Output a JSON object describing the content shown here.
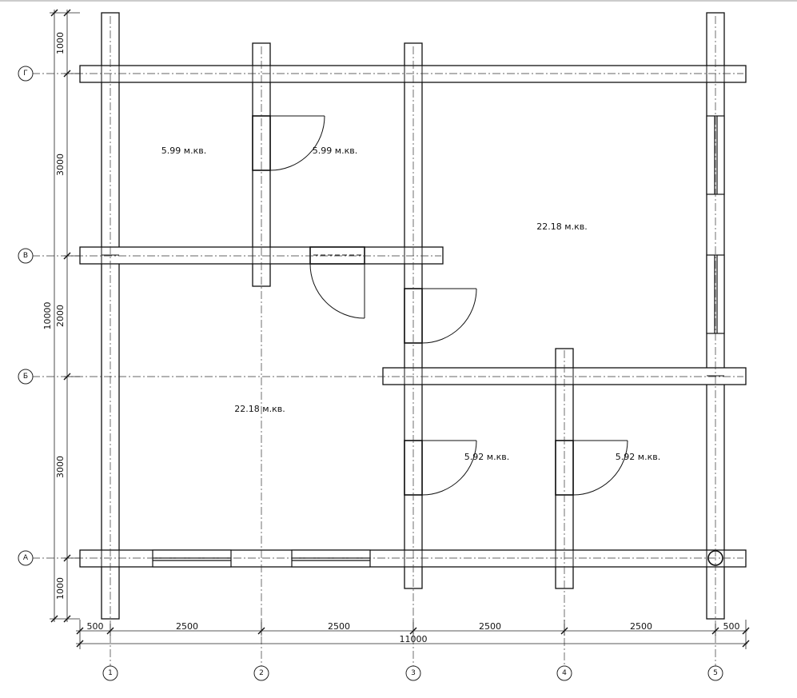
{
  "rooms": [
    {
      "area": "5.99 м.кв."
    },
    {
      "area": "5.99 м.кв."
    },
    {
      "area": "22.18 м.кв."
    },
    {
      "area": "22.18 м.кв."
    },
    {
      "area": "5.92 м.кв."
    },
    {
      "area": "5.92 м.кв."
    }
  ],
  "axes": {
    "rows": [
      "Г",
      "В",
      "Б",
      "А"
    ],
    "cols": [
      "1",
      "2",
      "3",
      "4",
      "5"
    ]
  },
  "dimensions": {
    "bottom": [
      "500",
      "2500",
      "2500",
      "2500",
      "2500",
      "500"
    ],
    "bottom_total": "11000",
    "left": [
      "1000",
      "3000",
      "2000",
      "3000",
      "1000"
    ],
    "left_total": "10000"
  }
}
